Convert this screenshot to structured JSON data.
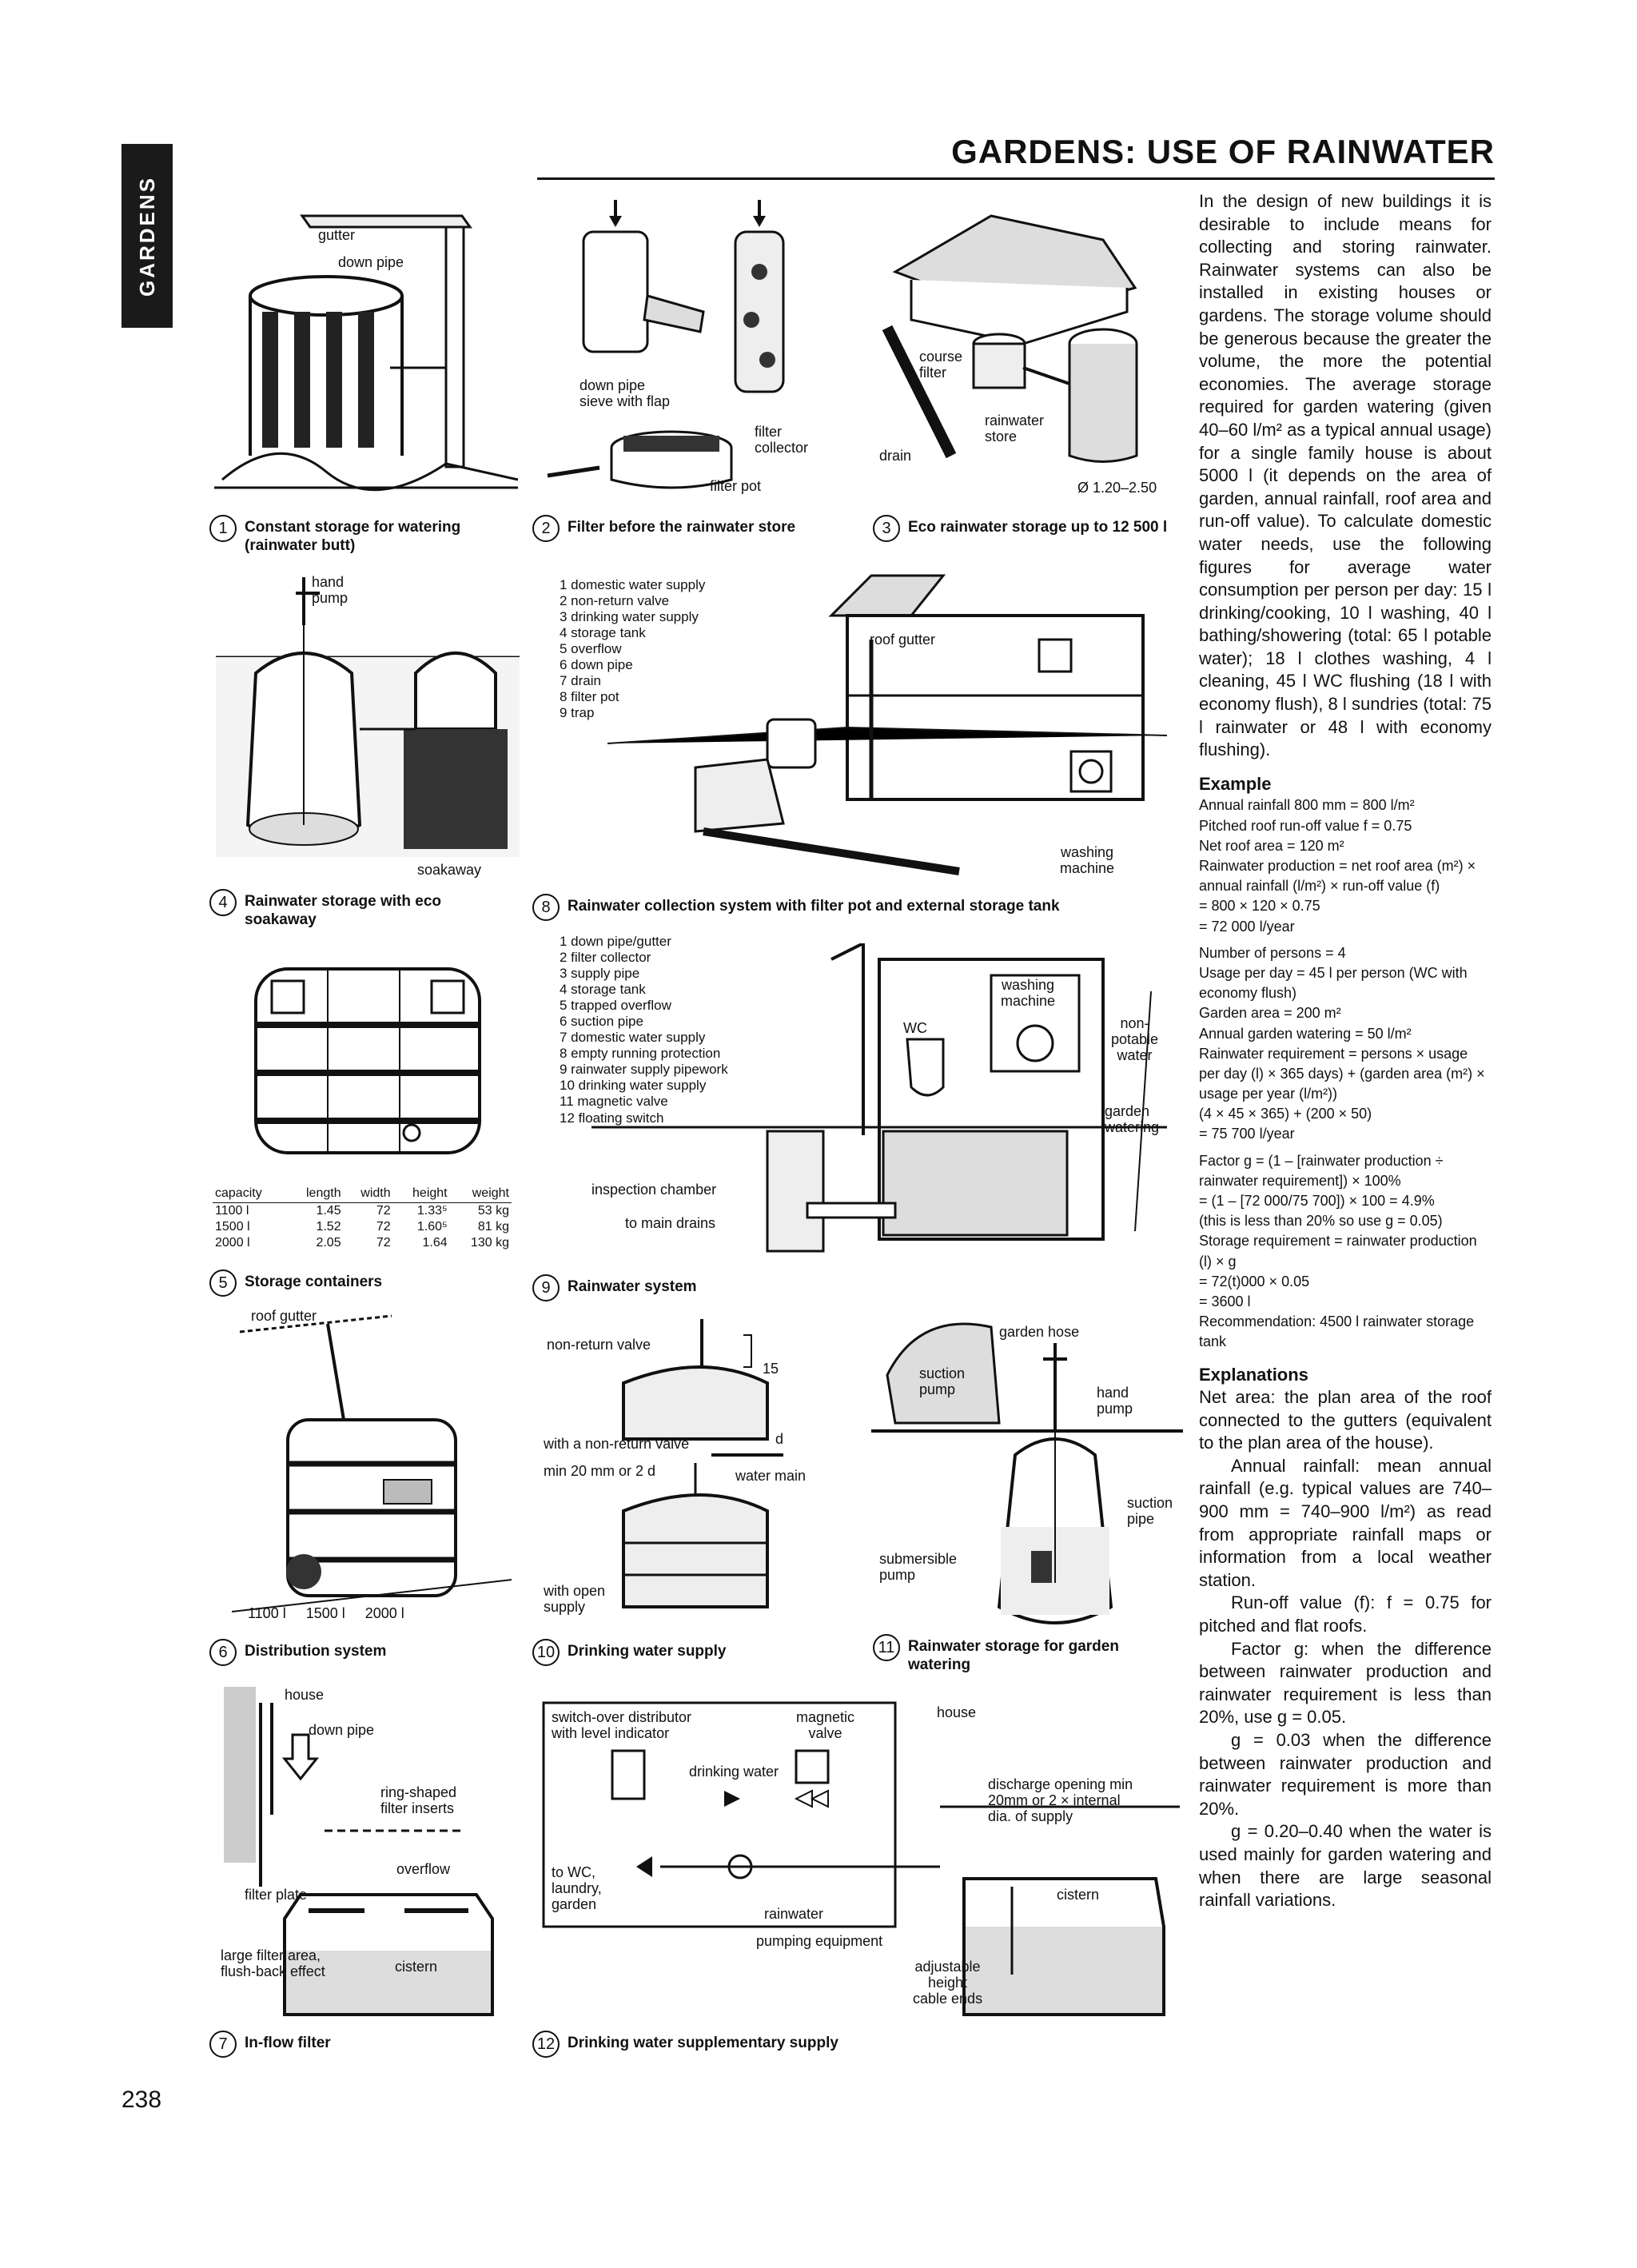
{
  "side_tab": "GARDENS",
  "title": "GARDENS: USE OF RAINWATER",
  "page_number": "238",
  "figures": {
    "f1": {
      "num": "1",
      "caption": "Constant storage for watering (rainwater butt)",
      "labels": {
        "gutter": "gutter",
        "down_pipe": "down pipe"
      }
    },
    "f2": {
      "num": "2",
      "caption": "Filter before the rainwater store",
      "labels": {
        "sieve": "down pipe\nsieve with flap",
        "collector": "filter\ncollector",
        "pot": "filter pot"
      }
    },
    "f3": {
      "num": "3",
      "caption": "Eco rainwater storage up to 12 500 l",
      "labels": {
        "course": "course\nfilter",
        "store": "rainwater\nstore",
        "drain": "drain",
        "dia": "Ø 1.20–2.50"
      }
    },
    "f4": {
      "num": "4",
      "caption": "Rainwater storage with eco soakaway",
      "labels": {
        "pump": "hand\npump",
        "soak": "soakaway"
      }
    },
    "f5": {
      "num": "5",
      "caption": "Storage containers"
    },
    "f6": {
      "num": "6",
      "caption": "Distribution system",
      "labels": {
        "roof": "roof gutter",
        "sizes": "1100 l     1500 l     2000 l"
      }
    },
    "f7": {
      "num": "7",
      "caption": "In-flow filter",
      "labels": {
        "house": "house",
        "down": "down pipe",
        "ring": "ring-shaped\nfilter inserts",
        "overflow": "overflow",
        "plate": "filter plate",
        "large": "large filter area,\nflush-back effect",
        "cistern": "cistern"
      }
    },
    "f8": {
      "num": "8",
      "caption": "Rainwater collection system with filter pot and external storage tank",
      "labels": {
        "roof": "roof gutter",
        "wash": "washing\nmachine"
      }
    },
    "f9": {
      "num": "9",
      "caption": "Rainwater system",
      "labels": {
        "insp": "inspection chamber",
        "drains": "to main drains",
        "wash": "washing\nmachine",
        "wc": "WC",
        "potable": "non-\npotable\nwater",
        "garden": "garden\nwatering"
      }
    },
    "f10": {
      "num": "10",
      "caption": "Drinking water supply",
      "labels": {
        "nrv": "non-return valve",
        "with": "with a non-return valve",
        "min": "min 20 mm or 2 d",
        "main": "water main",
        "open": "with open\nsupply",
        "n15": "15",
        "d": "d"
      }
    },
    "f11": {
      "num": "11",
      "caption": "Rainwater storage for garden watering",
      "labels": {
        "hose": "garden hose",
        "suction": "suction\npump",
        "hand": "hand\npump",
        "pipe": "suction\npipe",
        "sub": "submersible\npump"
      }
    },
    "f12": {
      "num": "12",
      "caption": "Drinking water supplementary supply",
      "labels": {
        "switch": "switch-over distributor\nwith level indicator",
        "mag": "magnetic\nvalve",
        "drink": "drinking water",
        "to": "to WC,\nlaundry,\ngarden",
        "rain": "rainwater",
        "pump": "pumping equipment",
        "house": "house",
        "disch": "discharge opening min\n20mm or 2 × internal\ndia. of supply",
        "cistern": "cistern",
        "adj": "adjustable\nheight\ncable ends"
      }
    }
  },
  "legend8": [
    "1  domestic water supply",
    "2  non-return valve",
    "3  drinking water supply",
    "4  storage tank",
    "5  overflow",
    "6  down pipe",
    "7  drain",
    "8  filter pot",
    "9  trap"
  ],
  "legend9": [
    "1  down pipe/gutter",
    "2  filter collector",
    "3  supply pipe",
    "4  storage tank",
    "5  trapped overflow",
    "6  suction pipe",
    "7  domestic water supply",
    "8  empty running protection",
    "9  rainwater supply pipework",
    "10  drinking water supply",
    "11  magnetic valve",
    "12  floating switch"
  ],
  "spec_table": {
    "headers": [
      "capacity",
      "length",
      "width",
      "height",
      "weight"
    ],
    "rows": [
      [
        "1100 l",
        "1.45",
        "72",
        "1.33⁵",
        "53 kg"
      ],
      [
        "1500 l",
        "1.52",
        "72",
        "1.60⁵",
        "81 kg"
      ],
      [
        "2000 l",
        "2.05",
        "72",
        "1.64",
        "130 kg"
      ]
    ]
  },
  "text": {
    "intro": "In the design of new buildings it is desirable to include means for collecting and storing rainwater. Rainwater systems can also be installed in existing houses or gardens. The storage volume should be generous because the greater the volume, the more the potential economies. The average storage required for garden watering (given 40–60 l/m² as a typical annual usage) for a single family house is about 5000 l (it depends on the area of garden, annual rainfall, roof area and run-off value). To calculate domestic water needs, use the following figures for average water consumption per person per day: 15 l drinking/cooking, 10 l washing, 40 l bathing/showering (total: 65 l potable water); 18 l clothes washing, 4 l cleaning, 45 l WC flushing (18 l with economy flush), 8 l sundries (total: 75 l rainwater or 48 l with economy flushing).",
    "example_heading": "Example",
    "example": [
      "Annual rainfall 800 mm = 800 l/m²",
      "Pitched roof run-off value f = 0.75",
      "Net roof area = 120 m²",
      "Rainwater production = net roof area (m²) × annual rainfall (l/m²) × run-off value (f)",
      "= 800 × 120 × 0.75",
      "= 72 000 l/year",
      "Number of persons = 4",
      "Usage per day = 45 l per person (WC with economy flush)",
      "Garden area = 200 m²",
      "Annual garden watering = 50 l/m²",
      "Rainwater requirement = persons × usage per day (l) × 365 days) + (garden area (m²) × usage per year (l/m²))",
      "(4 × 45 × 365) + (200 × 50)",
      "= 75 700 l/year",
      "Factor g = (1 – [rainwater production ÷ rainwater requirement]) × 100%",
      "= (1 – [72 000/75 700]) × 100 = 4.9%",
      "(this is less than 20% so use g = 0.05)",
      "Storage requirement = rainwater production (l) × g",
      "= 72(t)000 × 0.05",
      "= 3600 l",
      "Recommendation: 4500 l rainwater storage tank"
    ],
    "expl_heading": "Explanations",
    "expl": [
      "Net area: the plan area of the roof connected to the gutters (equivalent to the plan area of the house).",
      "Annual rainfall: mean annual rainfall (e.g. typical values are 740–900 mm = 740–900 l/m²) as read from appropriate rainfall maps or information from a local weather station.",
      "Run-off value (f): f = 0.75 for pitched and flat roofs.",
      "Factor g: when the difference between rainwater production and rainwater requirement is less than 20%, use g = 0.05.",
      "g = 0.03 when the difference between rainwater production and rainwater requirement is more than 20%.",
      "g = 0.20–0.40 when the water is used mainly for garden watering and when there are large seasonal rainfall variations."
    ]
  }
}
